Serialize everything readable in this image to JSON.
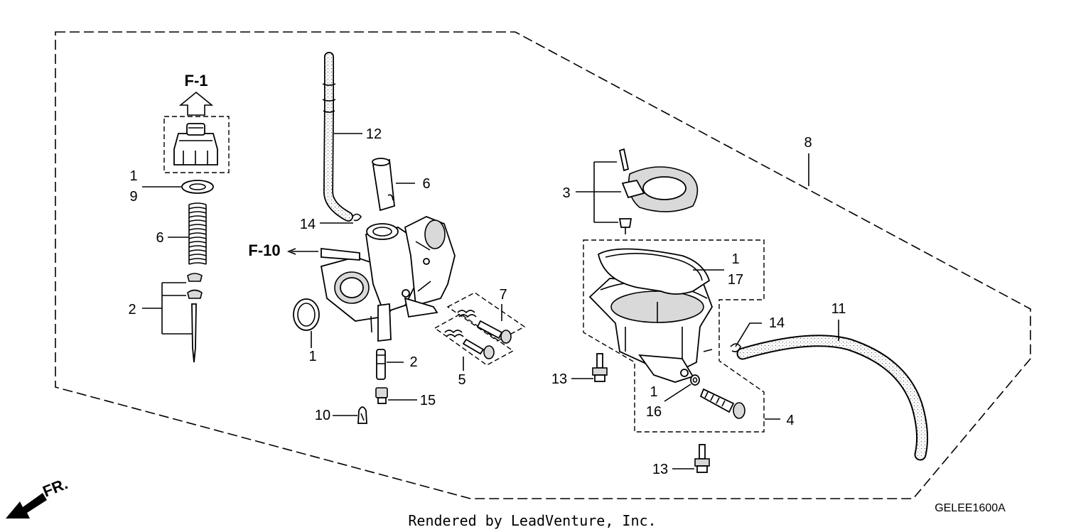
{
  "callouts": {
    "f1": "F-1",
    "f10": "F-10",
    "c1_top": "1",
    "c9": "9",
    "c6_left": "6",
    "c2_left": "2",
    "c12": "12",
    "c6_mid": "6",
    "c14_mid": "14",
    "c1_ring": "1",
    "c2_mid": "2",
    "c15": "15",
    "c10": "10",
    "c7": "7",
    "c5": "5",
    "c3": "3",
    "c8": "8",
    "c1_gasket": "1",
    "c17": "17",
    "c11": "11",
    "c14_right": "14",
    "c13_upper": "13",
    "c1_washer": "1",
    "c16": "16",
    "c4": "4",
    "c13_lower": "13"
  },
  "footer": {
    "rendered_by": "Rendered by LeadVenture, Inc.",
    "diagram_code": "GELEE1600A",
    "front_marker": "FR."
  }
}
